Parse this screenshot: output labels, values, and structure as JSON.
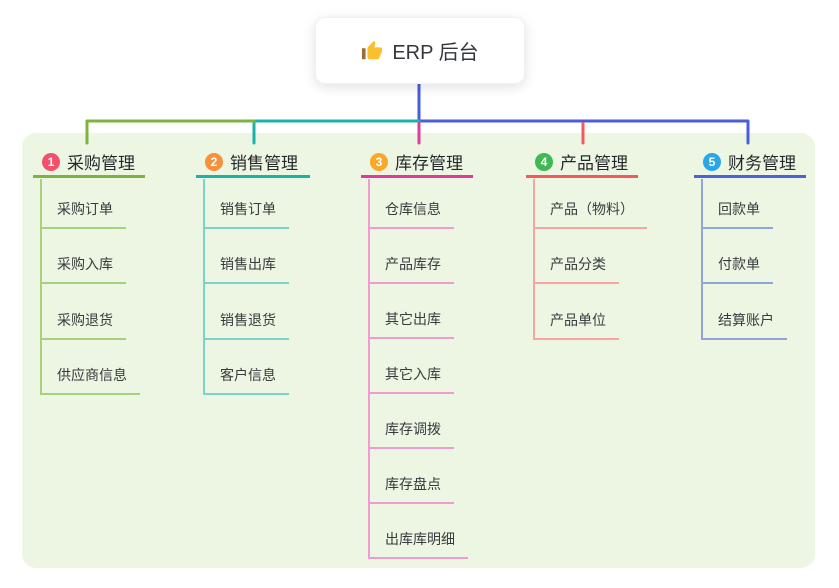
{
  "root": {
    "label": "ERP 后台",
    "icon": "thumbs-up-icon"
  },
  "branches": [
    {
      "badge": "1",
      "label": "采购管理",
      "color": "#7CB43F",
      "light_color": "#A8D17B",
      "badge_color": "#F4506C",
      "children": [
        "采购订单",
        "采购入库",
        "采购退货",
        "供应商信息"
      ]
    },
    {
      "badge": "2",
      "label": "销售管理",
      "color": "#1AB3A8",
      "light_color": "#79D5CC",
      "badge_color": "#F7913D",
      "children": [
        "销售订单",
        "销售出库",
        "销售退货",
        "客户信息"
      ]
    },
    {
      "badge": "3",
      "label": "库存管理",
      "color": "#E03A9C",
      "light_color": "#F19BCE",
      "badge_color": "#F9A82C",
      "children": [
        "仓库信息",
        "产品库存",
        "其它出库",
        "其它入库",
        "库存调拨",
        "库存盘点",
        "出库库明细"
      ]
    },
    {
      "badge": "4",
      "label": "产品管理",
      "color": "#F35B5B",
      "light_color": "#F8A5A2",
      "badge_color": "#3EB954",
      "children": [
        "产品（物料）",
        "产品分类",
        "产品单位"
      ]
    },
    {
      "badge": "5",
      "label": "财务管理",
      "color": "#4A63D5",
      "light_color": "#92A4DE",
      "badge_color": "#29A7E6",
      "children": [
        "回款单",
        "付款单",
        "结算账户"
      ]
    }
  ],
  "colors": {
    "panel_bg": "#ECF6E3",
    "root_connector": "#4A5ED8",
    "root_card_bg": "#FFFFFF",
    "title_text": "#26292C",
    "child_text": "#383B3E",
    "thumb_yellow": "#FBC02D",
    "thumb_cuff": "#9C6B3F"
  }
}
